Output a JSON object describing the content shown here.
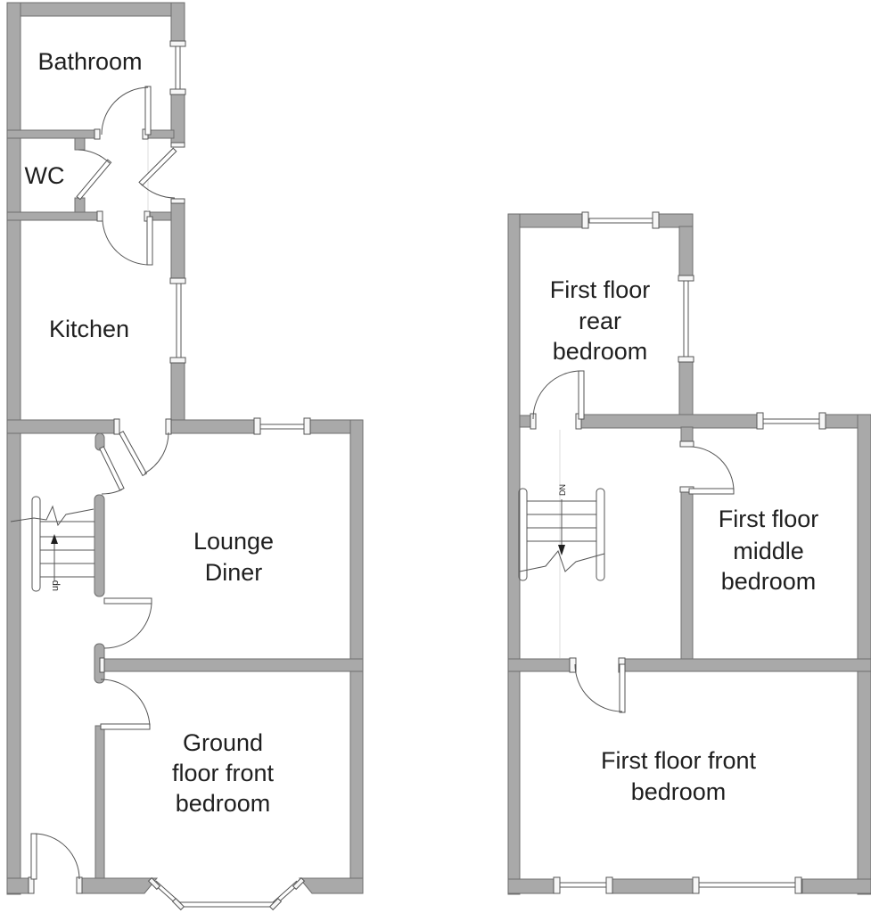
{
  "colors": {
    "wall_fill": "#a9a9a9",
    "wall_stroke": "#6e6e6e",
    "line": "#555555",
    "text": "#1f1f1f"
  },
  "ground_floor": {
    "bathroom": "Bathroom",
    "wc": "WC",
    "kitchen": "Kitchen",
    "lounge": [
      "Lounge",
      "Diner"
    ],
    "front_bedroom": [
      "Ground",
      "floor front",
      "bedroom"
    ],
    "stairs": "up"
  },
  "first_floor": {
    "rear_bedroom": [
      "First floor",
      "rear",
      "bedroom"
    ],
    "middle_bedroom": [
      "First floor",
      "middle",
      "bedroom"
    ],
    "front_bedroom": [
      "First floor front",
      "bedroom"
    ],
    "stairs": "DN"
  }
}
